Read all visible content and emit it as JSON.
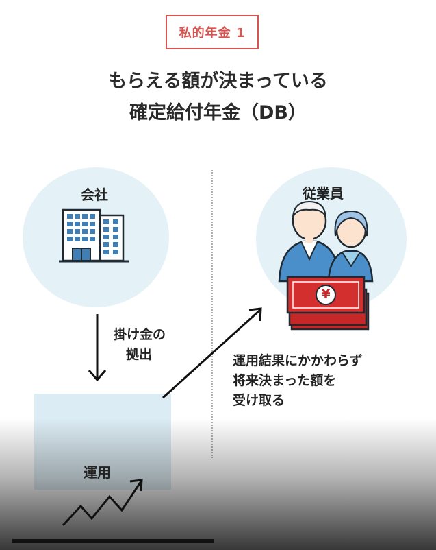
{
  "badge": "私的年金 1",
  "title": {
    "line1": "もらえる額が決まっている",
    "line2": "確定給付年金（DB）"
  },
  "company": {
    "label": "会社",
    "icon": "office-building-icon"
  },
  "employee": {
    "label": "従業員",
    "icon": "elderly-couple-icon",
    "money_icon": "yen-banknote-icon",
    "currency_symbol": "¥"
  },
  "contribution": {
    "line1": "掛け金の",
    "line2": "拠出"
  },
  "result": {
    "line1": "運用結果にかかわらず",
    "line2": "将来決まった額を",
    "line3": "受け取る"
  },
  "operation": {
    "label": "運用",
    "icon": "trend-up-icon"
  },
  "colors": {
    "accent_red": "#d9534f",
    "circle_blue": "#e4f2f8",
    "box_blue": "#dcecf4",
    "building_blue": "#3f7fb5",
    "bill_red": "#c62828"
  }
}
